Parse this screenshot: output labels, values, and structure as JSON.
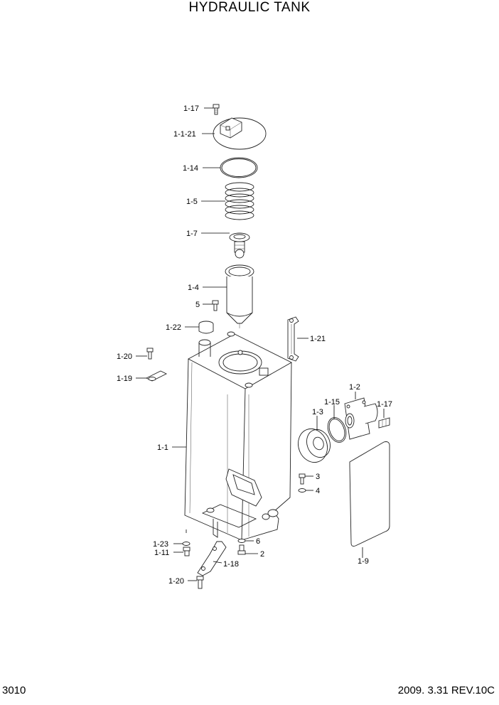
{
  "title": "HYDRAULIC TANK",
  "page_number": "3010",
  "revision": "2009. 3.31  REV.10C",
  "part_labels": [
    "1-17",
    "1-1-21",
    "1-14",
    "1-5",
    "1-7",
    "1-4",
    "5",
    "1-22",
    "1-21",
    "1-20",
    "1-19",
    "1-2",
    "1-15",
    "1-17",
    "1-3",
    "1-1",
    "3",
    "4",
    "1-9",
    "1-23",
    "6",
    "1-11",
    "2",
    "1-18",
    "1-20"
  ]
}
